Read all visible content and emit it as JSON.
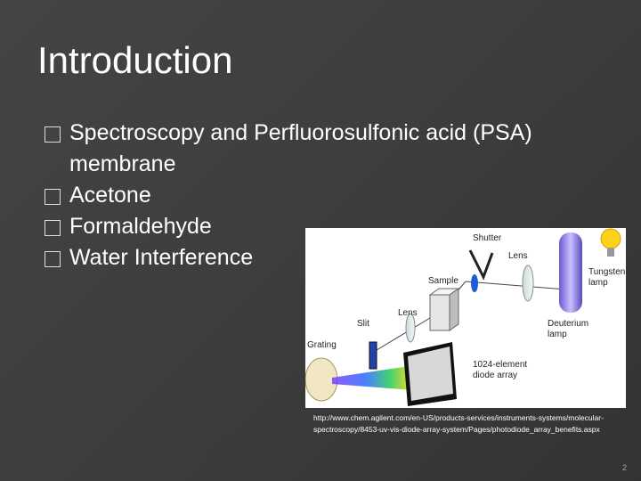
{
  "slide": {
    "title": "Introduction",
    "bullets": [
      "Spectroscopy and Perfluorosulfonic acid (PSA) membrane",
      "Acetone",
      "Formaldehyde",
      "Water Interference"
    ],
    "diagram_labels": {
      "shutter": "Shutter",
      "lens_top": "Lens",
      "tungsten": "Tungsten",
      "tungsten2": "lamp",
      "sample": "Sample",
      "lens_mid": "Lens",
      "deuterium": "Deuterium",
      "deuterium2": "lamp",
      "slit": "Slit",
      "grating": "Grating",
      "array1": "1024-element",
      "array2": "diode array"
    },
    "caption": "http://www.chem.agilent.com/en-US/products-services/instruments-systems/molecular-spectroscopy/8453-uv-vis-diode-array-system/Pages/photodiode_array_benefits.aspx",
    "page_number": "2"
  }
}
